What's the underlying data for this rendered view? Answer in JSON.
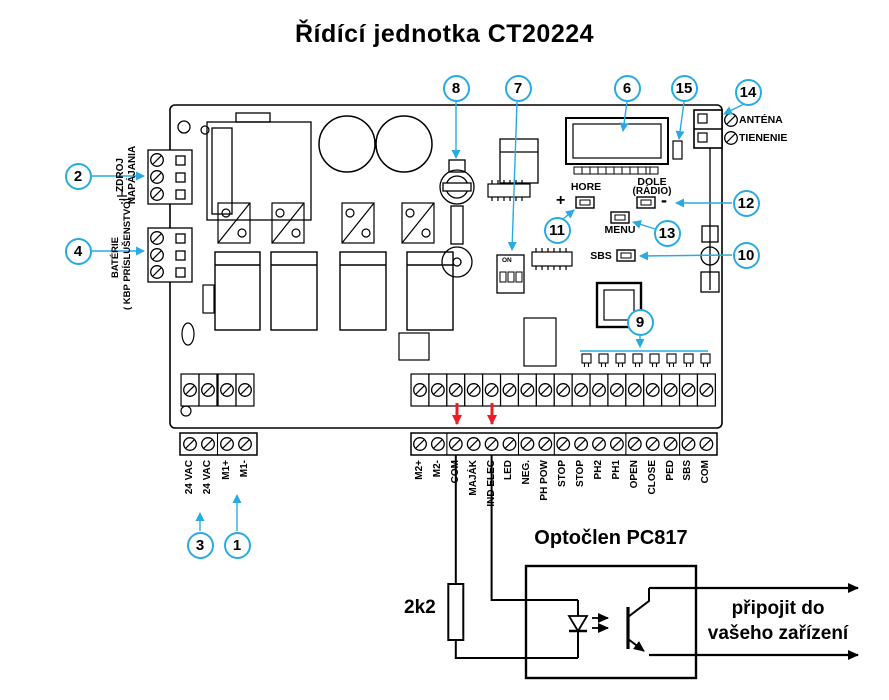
{
  "title": "Řídící jednotka CT20224",
  "colors": {
    "accent": "#29abe2",
    "red": "#ed1c24"
  },
  "callouts": {
    "c1": "1",
    "c2": "2",
    "c3": "3",
    "c4": "4",
    "c6": "6",
    "c7": "7",
    "c8": "8",
    "c9": "9",
    "c10": "10",
    "c11": "11",
    "c12": "12",
    "c13": "13",
    "c14": "14",
    "c15": "15"
  },
  "side_labels": {
    "zdroj_line1": "ZDROJ",
    "zdroj_line2": "NAPÁJANIA",
    "bateria_line1": "BATÉRIE",
    "bateria_line2": "( KBP PRÍSLUŠENSTVO)",
    "antena": "ANTÉNA",
    "tienenie": "TIENENIE"
  },
  "onboard": {
    "hore": "HORE",
    "plus": "+",
    "dole": "DOLE",
    "radio": "(RÁDIO)",
    "minus": "-",
    "menu": "MENU",
    "sbs": "SBS",
    "dip_on": "ON"
  },
  "terminals": {
    "left": [
      "24 VAC",
      "24 VAC",
      "M1+",
      "M1-"
    ],
    "main": [
      "M2+",
      "M2-",
      "COM",
      "MAJÁK",
      "IND ELEC",
      "LED",
      "NEG.",
      "PH POW",
      "STOP",
      "STOP",
      "PH2",
      "PH1",
      "OPEN",
      "CLOSE",
      "PED",
      "SBS",
      "COM"
    ]
  },
  "opto": {
    "title": "Optočlen PC817",
    "resistor": "2k2",
    "connect_line1": "připojit do",
    "connect_line2": "vašeho zařízení"
  }
}
